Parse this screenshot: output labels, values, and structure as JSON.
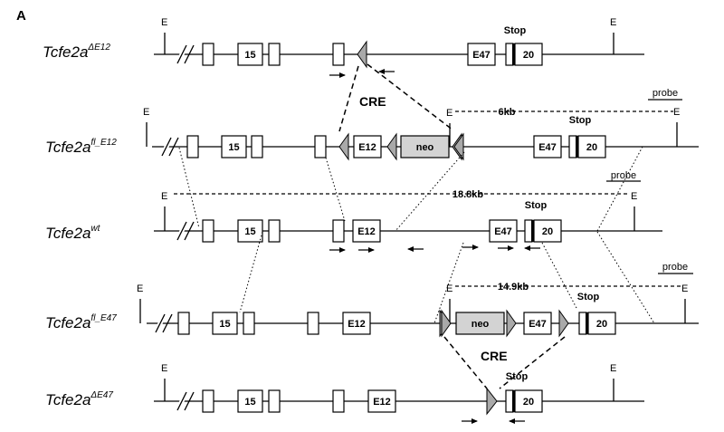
{
  "panel_label": "A",
  "alleles": [
    {
      "base": "Tcfe2a",
      "sup": "ΔE12"
    },
    {
      "base": "Tcfe2a",
      "sup": "fl_E12"
    },
    {
      "base": "Tcfe2a",
      "sup": "wt"
    },
    {
      "base": "Tcfe2a",
      "sup": "fl_E47"
    },
    {
      "base": "Tcfe2a",
      "sup": "ΔE47"
    }
  ],
  "exon_labels": {
    "e15": "15",
    "e12": "E12",
    "e47": "E47",
    "e20": "20",
    "neo": "neo"
  },
  "site_label": "E",
  "stop_label": "Stop",
  "probe_label": "probe",
  "cre_label": "CRE",
  "fragments": {
    "fl_e12": "6kb",
    "wt": "18.8kb",
    "fl_e47": "14.9kb"
  },
  "colors": {
    "neo_fill": "#d3d3d3",
    "loxp_fill": "#a9a9a9"
  }
}
